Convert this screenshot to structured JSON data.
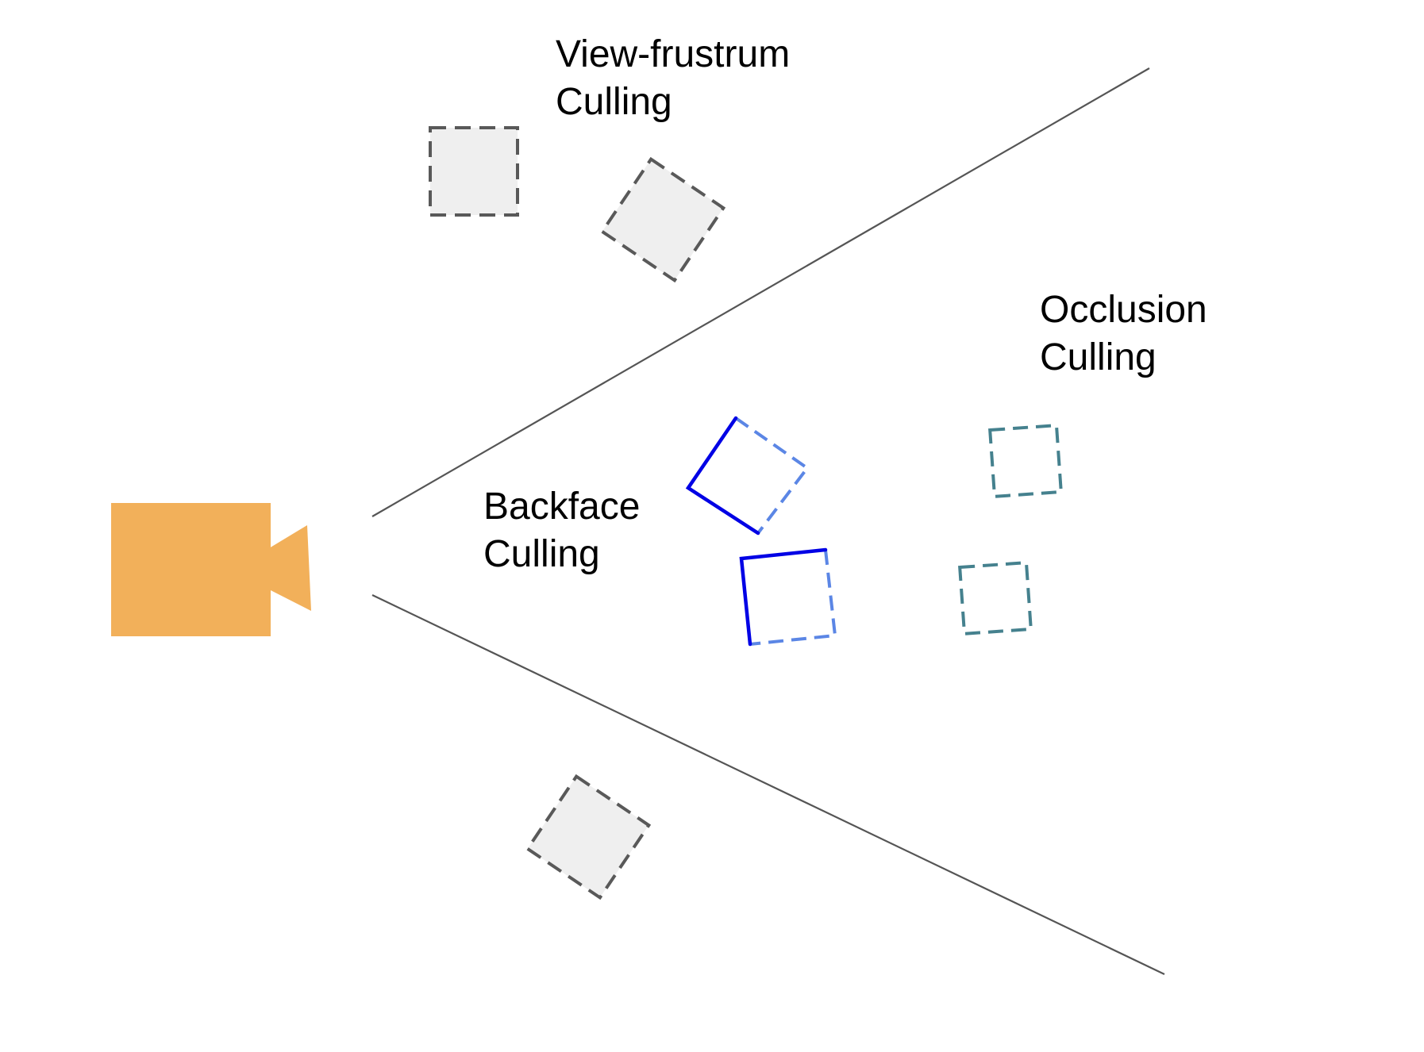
{
  "labels": {
    "view_frustum": [
      "View-frustrum",
      "Culling"
    ],
    "occlusion": [
      "Occlusion",
      "Culling"
    ],
    "backface": [
      "Backface",
      "Culling"
    ]
  },
  "colors": {
    "camera": "#f2b05a",
    "culled_fill": "#efefef",
    "culled_stroke": "#595959",
    "occlusion_stroke": "#45818e",
    "backface_dashed": "#5b86e5",
    "backface_solid": "#0000e5",
    "frustum_line": "#555555"
  },
  "icons": {
    "camera": "video-camera-icon"
  }
}
